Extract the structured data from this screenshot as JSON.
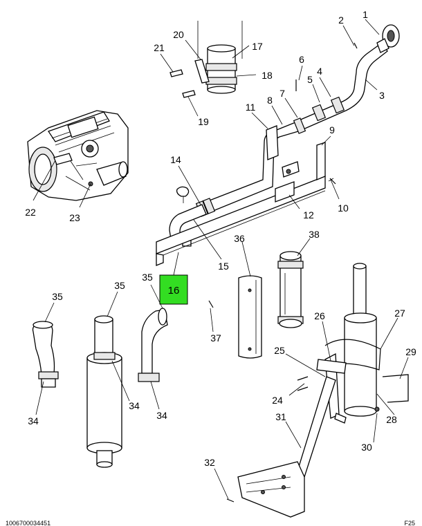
{
  "highlight_color": "#33dd22",
  "highlighted_part": "16",
  "callouts": {
    "c1": "1",
    "c2": "2",
    "c3": "3",
    "c4": "4",
    "c5": "5",
    "c6": "6",
    "c7": "7",
    "c8": "8",
    "c9": "9",
    "c10": "10",
    "c11": "11",
    "c12": "12",
    "c14": "14",
    "c15": "15",
    "c16": "16",
    "c17": "17",
    "c18": "18",
    "c19": "19",
    "c20": "20",
    "c21": "21",
    "c22": "22",
    "c23": "23",
    "c24": "24",
    "c25": "25",
    "c26": "26",
    "c27": "27",
    "c28": "28",
    "c29": "29",
    "c30": "30",
    "c31": "31",
    "c32": "32",
    "c34a": "34",
    "c34b": "34",
    "c34c": "34",
    "c35a": "35",
    "c35b": "35",
    "c35c": "35",
    "c36": "36",
    "c37": "37",
    "c38": "38"
  },
  "footer": {
    "left": "1006700034451",
    "right": "F25"
  }
}
